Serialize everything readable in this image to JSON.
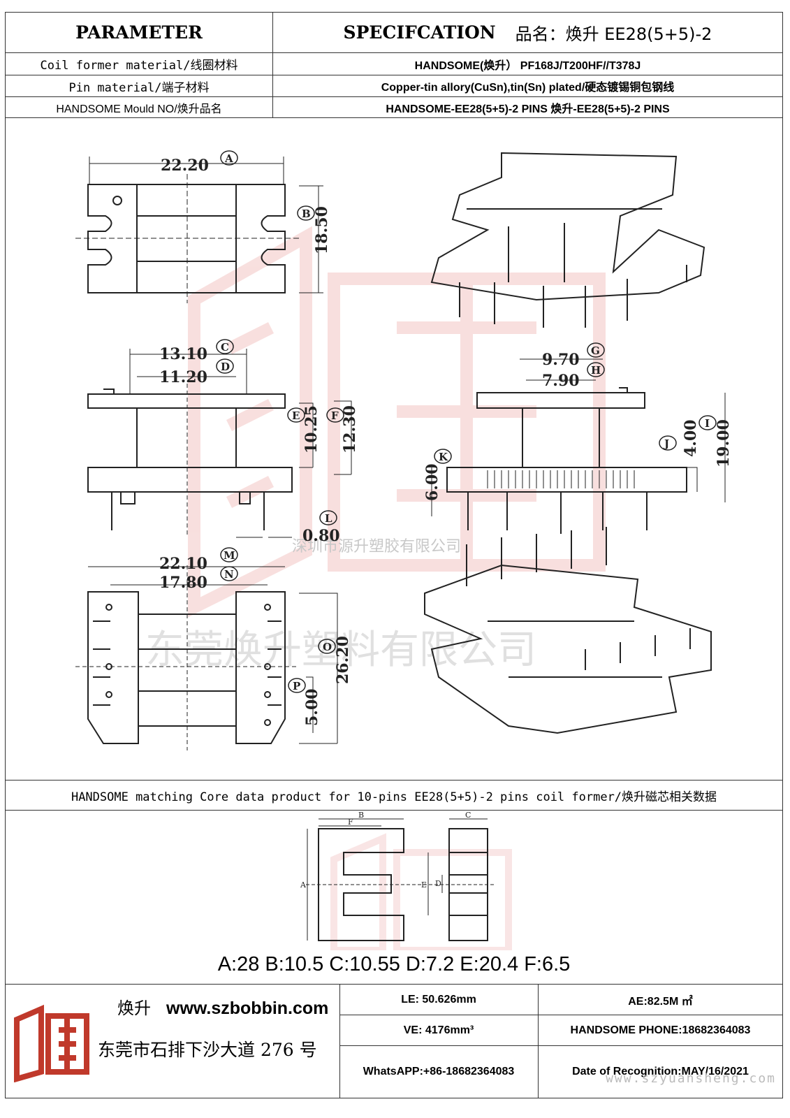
{
  "header": {
    "parameter": "PARAMETER",
    "specification": "SPECIFCATION",
    "product_label": "品名：焕升 EE28(5+5)-2"
  },
  "spec_rows": [
    {
      "param": "Coil former material/线圈材料",
      "value": "HANDSOME(焕升）  PF168J/T200HF//T378J"
    },
    {
      "param": "Pin material/端子材料",
      "value": "Copper-tin allory(CuSn),tin(Sn) plated/硬态镀锡铜包钢线"
    },
    {
      "param": "HANDSOME Mould NO/焕升品名",
      "value": "HANDSOME-EE28(5+5)-2 PINS    焕升-EE28(5+5)-2 PINS"
    }
  ],
  "drawing": {
    "dims": {
      "A": "22.20",
      "B": "18.50",
      "C": "13.10",
      "D": "11.20",
      "E": "10.25",
      "F": "12.30",
      "G": "9.70",
      "H": "7.90",
      "I": "19.00",
      "J": "4.00",
      "K": "6.00",
      "L": "0.80",
      "M": "22.10",
      "N": "17.80",
      "O": "26.20",
      "P": "5.00"
    },
    "letters": [
      "A",
      "B",
      "C",
      "D",
      "E",
      "F",
      "G",
      "H",
      "I",
      "J",
      "K",
      "L",
      "M",
      "N",
      "O",
      "P"
    ],
    "watermark_company_1": "深圳市源升塑胶有限公司",
    "watermark_company_2": "东莞焕升塑料有限公司"
  },
  "core_section": {
    "title": "HANDSOME matching Core data  product for 10-pins EE28(5+5)-2 pins coil former/焕升磁芯相关数据",
    "labels": [
      "A",
      "B",
      "C",
      "D",
      "E",
      "F"
    ],
    "data": "A:28 B:10.5 C:10.55 D:7.2 E:20.4 F:6.5"
  },
  "footer": {
    "brand": "焕升",
    "website": "www.szbobbin.com",
    "address": "东莞市石排下沙大道 276 号",
    "le": "LE: 50.626mm",
    "ae": "AE:82.5M ㎡",
    "ve": "VE: 4176mm³",
    "phone": "HANDSOME PHONE:18682364083",
    "whatsapp": "WhatsAPP:+86-18682364083",
    "date": "Date of Recognition:MAY/16/2021",
    "watermark_url": "www.szyuansheng.com"
  },
  "colors": {
    "line": "#333333",
    "watermark": "#d9534f",
    "logo_red": "#c0392b"
  }
}
